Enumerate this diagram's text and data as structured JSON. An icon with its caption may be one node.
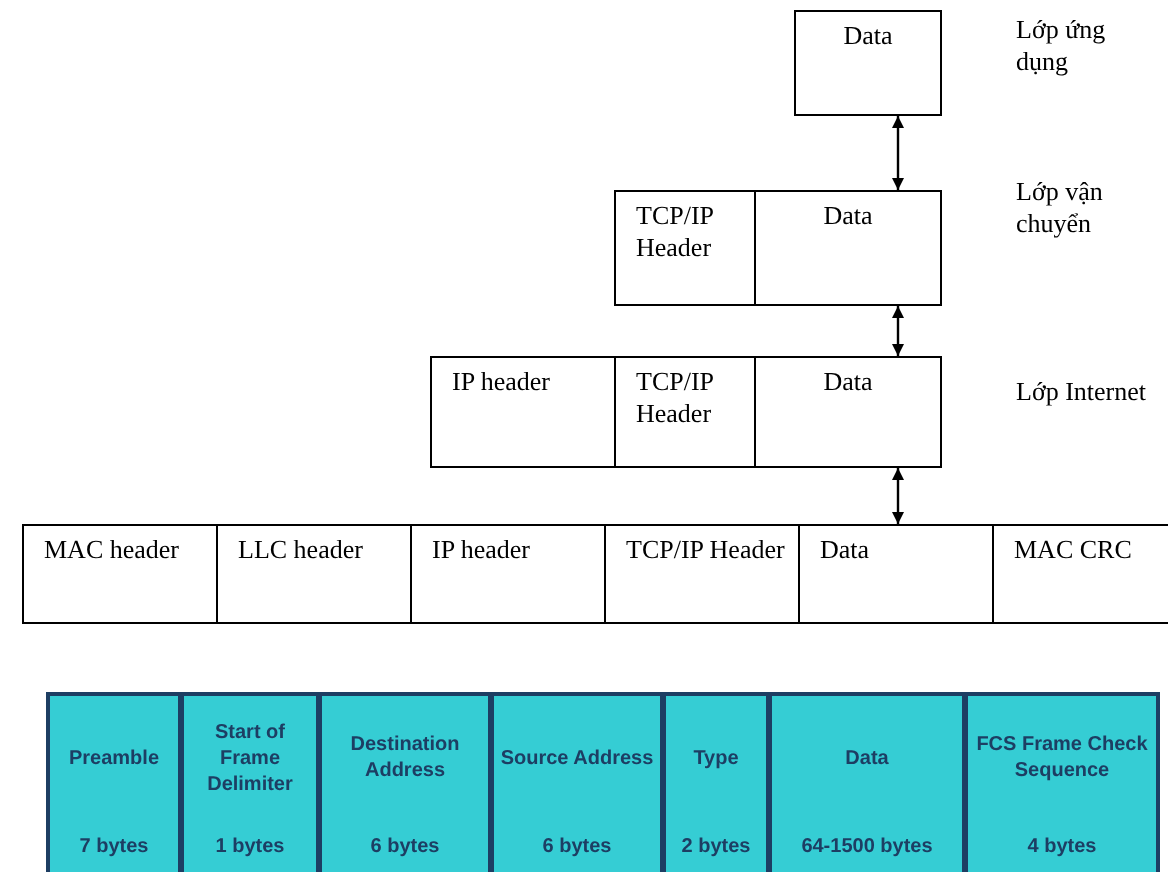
{
  "diagram": {
    "nodes": [
      {
        "text": [
          "Data"
        ]
      },
      {
        "text": [
          "TCP/IP Header"
        ]
      },
      {
        "text": [
          "Data"
        ]
      },
      {
        "text": [
          "IP header"
        ]
      },
      {
        "text": [
          "TCP/IP Header"
        ]
      },
      {
        "text": [
          "Data"
        ]
      },
      {
        "text": [
          "MAC header"
        ]
      },
      {
        "text": [
          "LLC header"
        ]
      },
      {
        "text": [
          "IP header"
        ]
      },
      {
        "text": [
          "TCP/IP Header"
        ]
      },
      {
        "text": [
          "Data"
        ]
      },
      {
        "text": [
          "MAC CRC"
        ]
      },
      {
        "text": [
          "Preamble",
          "7 bytes"
        ]
      },
      {
        "text": [
          "Start of Frame Delimiter",
          "1 bytes"
        ]
      },
      {
        "text": [
          "Destination Address",
          "6 bytes"
        ]
      },
      {
        "text": [
          "Source Address",
          "6 bytes"
        ]
      },
      {
        "text": [
          "Type",
          "2 bytes"
        ]
      },
      {
        "text": [
          "Data",
          "64-1500 bytes"
        ]
      },
      {
        "text": [
          "FCS Frame Check Sequence",
          "4 bytes"
        ]
      }
    ],
    "edges": [
      {
        "from": 0,
        "to": 2,
        "arrow": "both"
      },
      {
        "from": 2,
        "to": 5,
        "arrow": "both"
      },
      {
        "from": 5,
        "to": 10,
        "arrow": "both"
      }
    ],
    "labels": [
      "Lớp ứng dụng",
      "Lớp vận chuyển",
      "Lớp Internet"
    ]
  }
}
